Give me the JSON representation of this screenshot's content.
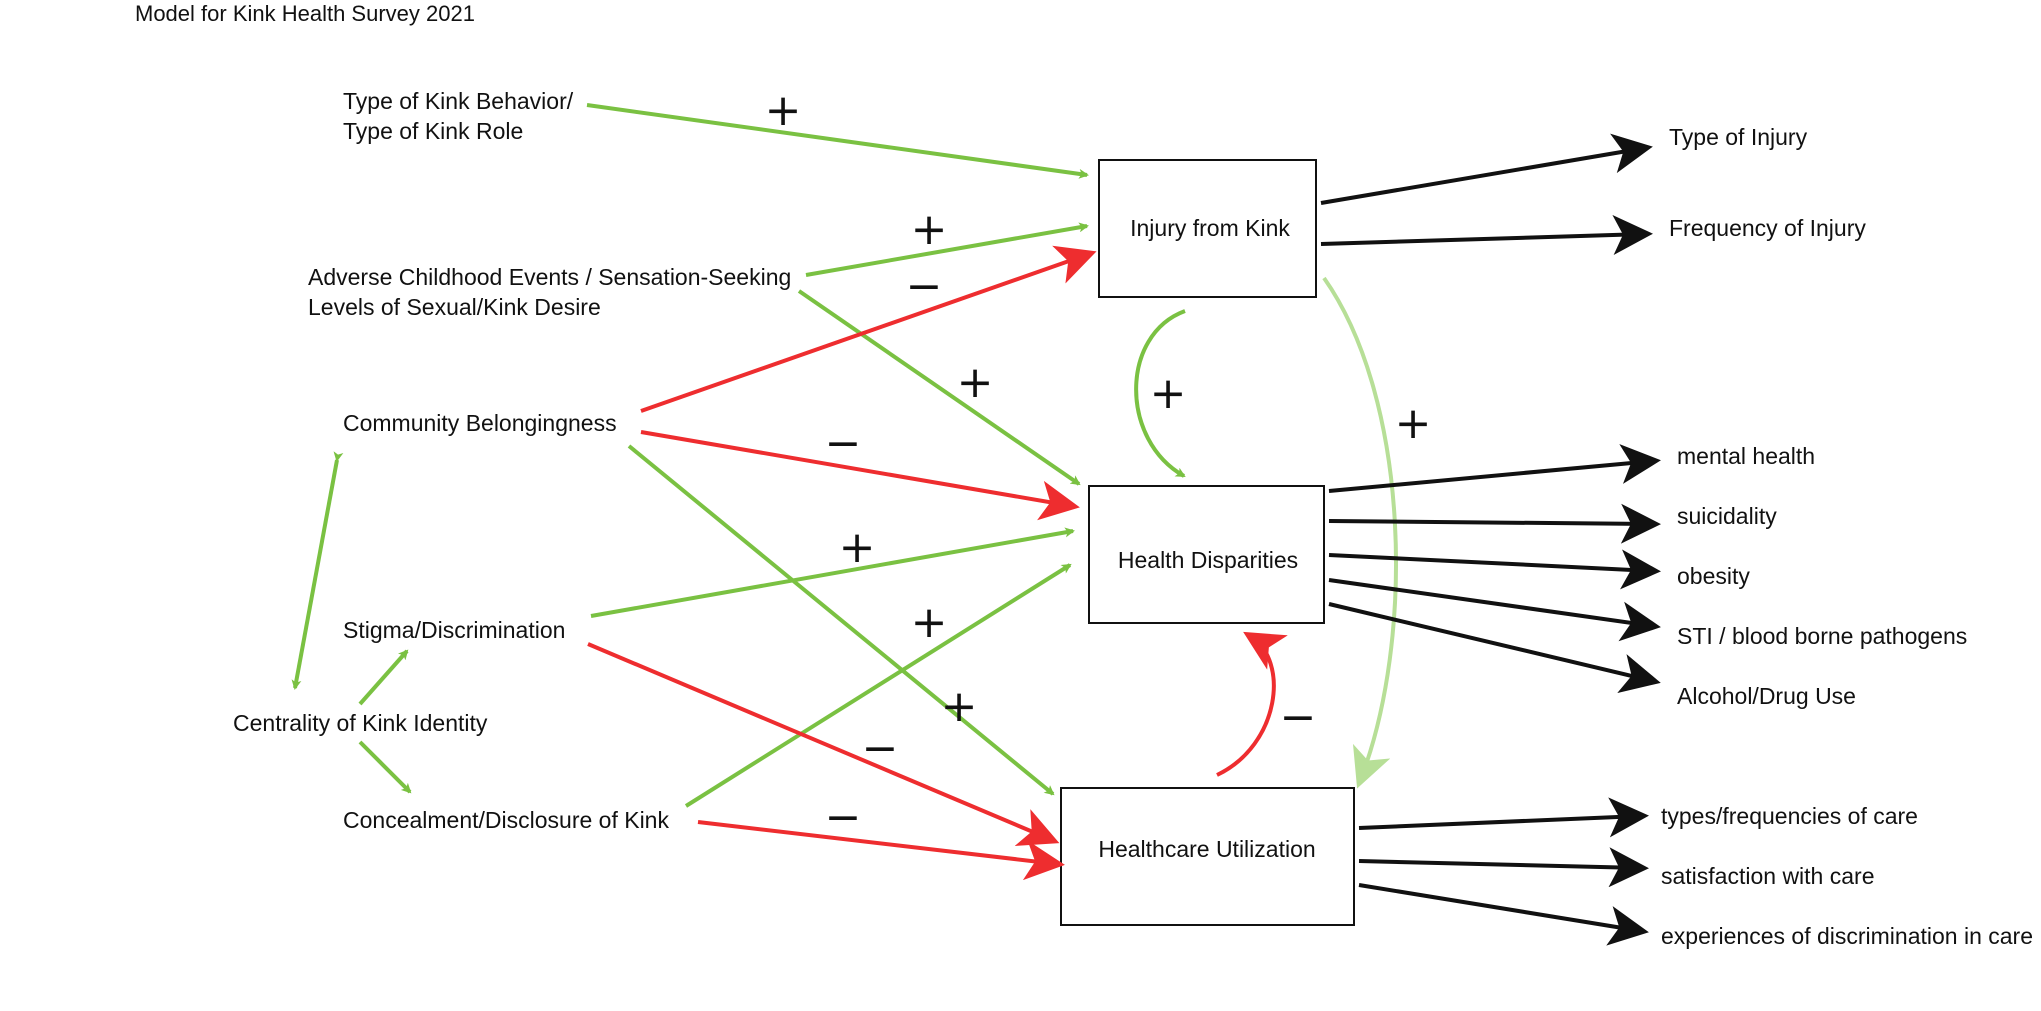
{
  "title": "Model for Kink Health Survey 2021",
  "predictors": {
    "kink_behavior": [
      "Type of Kink Behavior/",
      "Type of Kink Role"
    ],
    "childhood": [
      "Adverse Childhood Events / Sensation-Seeking",
      "Levels of Sexual/Kink Desire"
    ],
    "community": "Community Belongingness",
    "stigma": "Stigma/Discrimination",
    "centrality": "Centrality of Kink Identity",
    "concealment": "Concealment/Disclosure of Kink"
  },
  "boxes": {
    "injury": "Injury from Kink",
    "disparities": "Health Disparities",
    "utilization": "Healthcare Utilization"
  },
  "outcomes": {
    "injury": [
      "Type of Injury",
      "Frequency of Injury"
    ],
    "disparities": [
      "mental health",
      "suicidality",
      "obesity",
      "STI / blood borne pathogens",
      "Alcohol/Drug Use"
    ],
    "utilization": [
      "types/frequencies of care",
      "satisfaction with care",
      "experiences of discrimination in care"
    ]
  },
  "signs": {
    "plus": "+",
    "minus": "−"
  },
  "colors": {
    "positive": "#7ac142",
    "negative": "#ee2d2f",
    "outcome": "#111111",
    "positive_light": "#b7df97"
  }
}
